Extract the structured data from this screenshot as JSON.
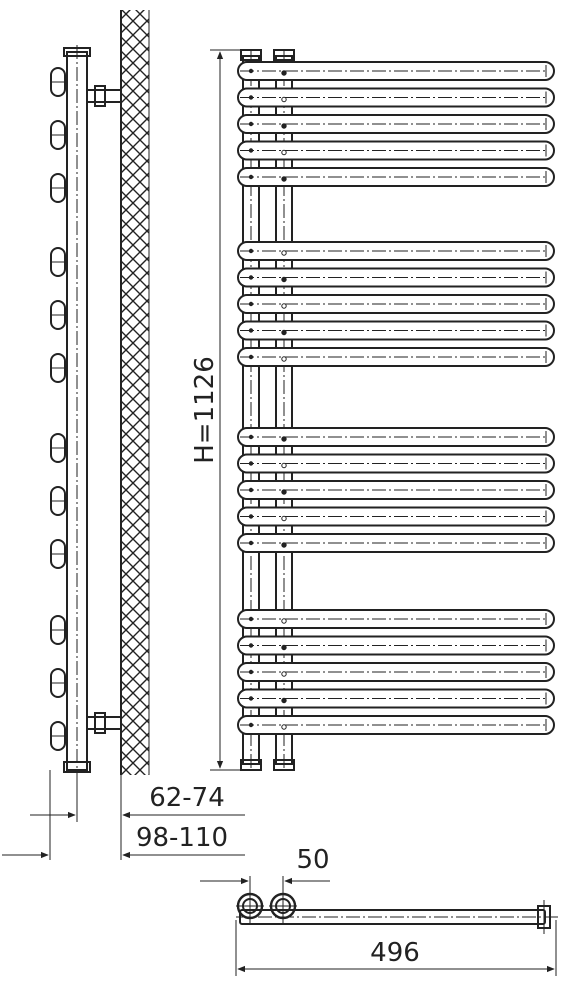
{
  "dimensions": {
    "height_label": "H=1126",
    "wall_offset_1": "62-74",
    "wall_offset_2": "98-110",
    "pipe_spacing": "50",
    "width": "496"
  },
  "radiator": {
    "bar_groups": [
      5,
      5,
      5,
      5
    ]
  }
}
